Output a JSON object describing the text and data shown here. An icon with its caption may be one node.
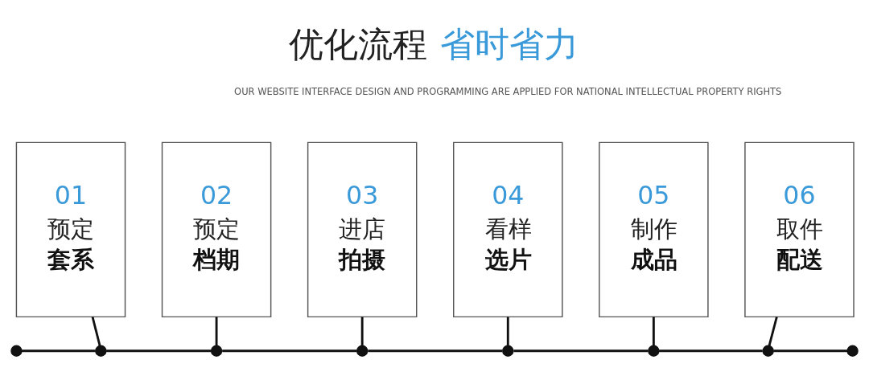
{
  "diagram": {
    "title": "优化流程 省时省力",
    "nodes": [
      {
        "text": [
          "01",
          "预定",
          "套系"
        ]
      },
      {
        "text": [
          "02",
          "预定",
          "档期"
        ]
      },
      {
        "text": [
          "03",
          "进店",
          "拍摄"
        ]
      },
      {
        "text": [
          "04",
          "看样",
          "选片"
        ]
      },
      {
        "text": [
          "05",
          "制作",
          "成品"
        ]
      },
      {
        "text": [
          "06",
          "取件",
          "配送"
        ]
      },
      {
        "text": [],
        "shape": "circle"
      },
      {
        "text": [],
        "shape": "circle"
      },
      {
        "text": [],
        "shape": "circle"
      },
      {
        "text": [],
        "shape": "circle"
      },
      {
        "text": [],
        "shape": "circle"
      },
      {
        "text": [],
        "shape": "circle"
      },
      {
        "text": [],
        "shape": "circle"
      },
      {
        "text": [],
        "shape": "circle"
      }
    ],
    "edges": [
      {
        "from": 0,
        "to": 7,
        "arrow": "none"
      },
      {
        "from": 1,
        "to": 8,
        "arrow": "none"
      },
      {
        "from": 2,
        "to": 9,
        "arrow": "none"
      },
      {
        "from": 3,
        "to": 10,
        "arrow": "none"
      },
      {
        "from": 4,
        "to": 11,
        "arrow": "none"
      },
      {
        "from": 5,
        "to": 12,
        "arrow": "none"
      },
      {
        "from": 6,
        "to": 7,
        "arrow": "none"
      },
      {
        "from": 7,
        "to": 8,
        "arrow": "none"
      },
      {
        "from": 8,
        "to": 9,
        "arrow": "none"
      },
      {
        "from": 9,
        "to": 10,
        "arrow": "none"
      },
      {
        "from": 10,
        "to": 11,
        "arrow": "none"
      },
      {
        "from": 11,
        "to": 12,
        "arrow": "none"
      },
      {
        "from": 12,
        "to": 13,
        "arrow": "none"
      }
    ],
    "labels": [
      "OUR WEBSITE INTERFACE DESIGN AND PROGRAMMING ARE APPLIED FOR NATIONAL INTELLECTUAL PROPERTY RIGHTS"
    ]
  }
}
